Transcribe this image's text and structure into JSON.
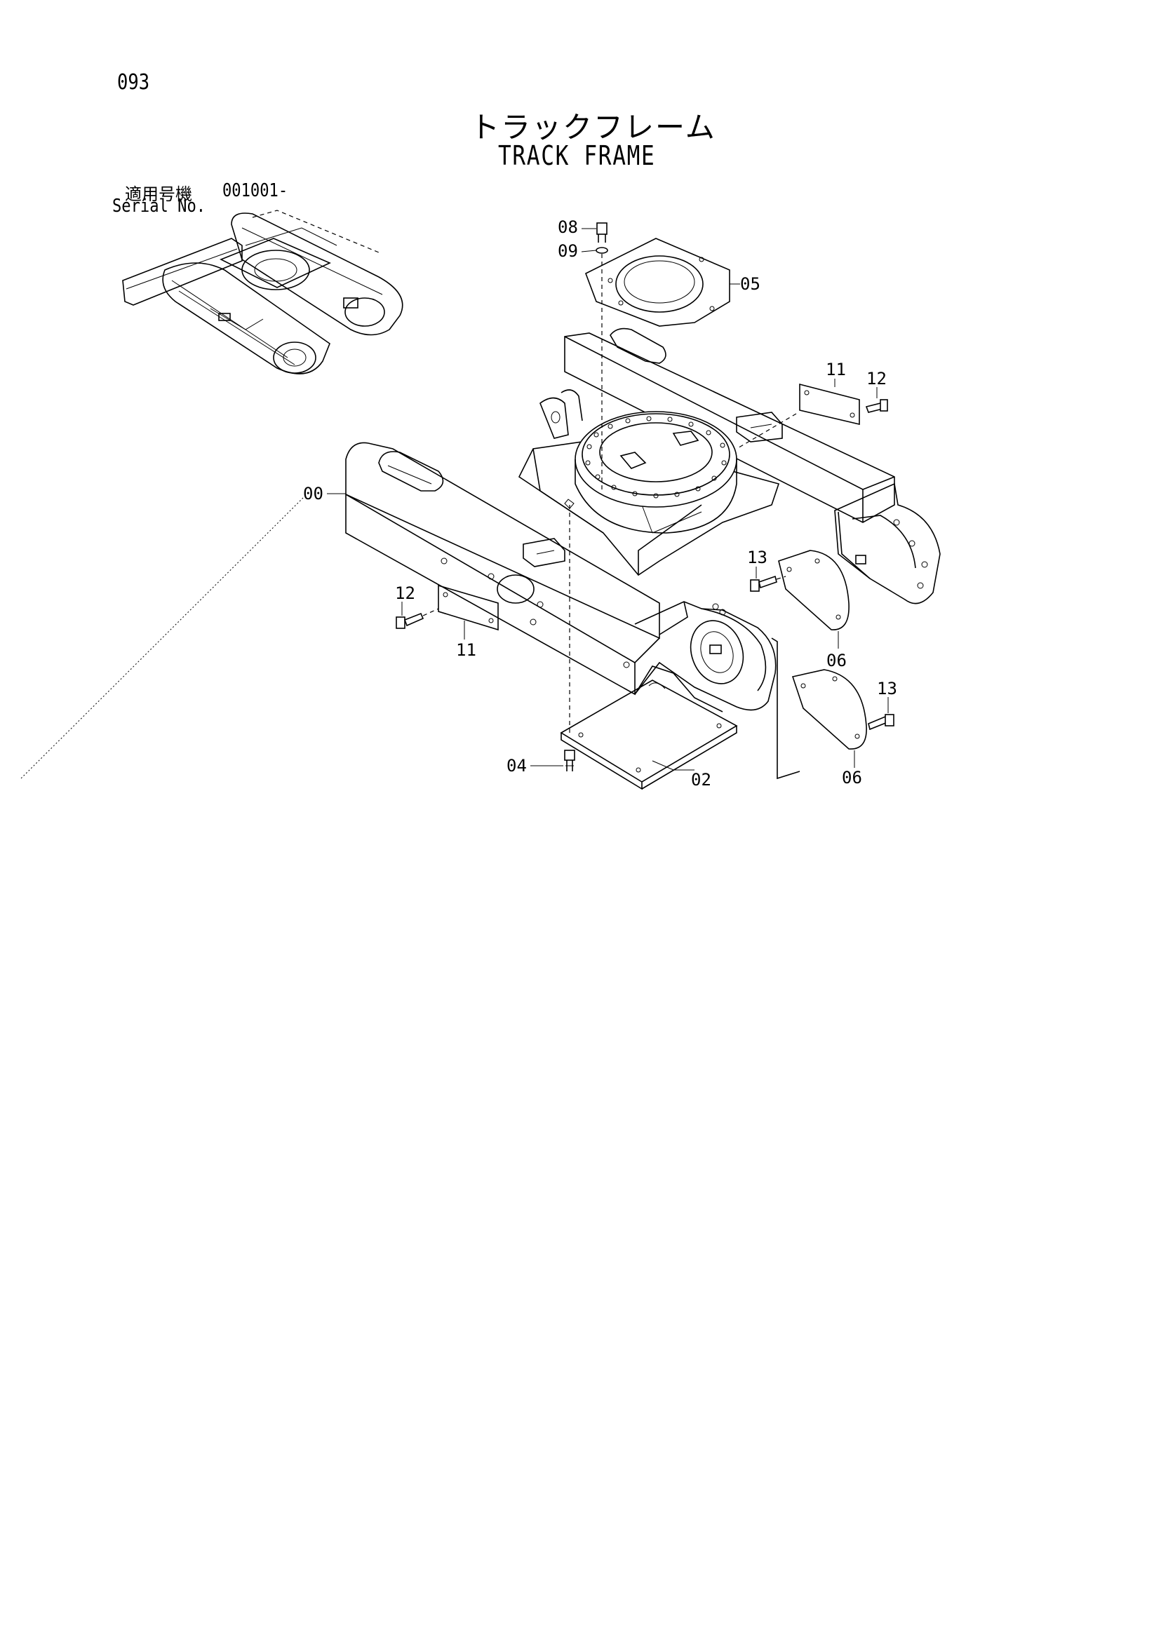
{
  "page": {
    "number": "093",
    "title_jp": "トラックフレーム",
    "title_en": "TRACK FRAME",
    "serial_label_jp": "適用号機",
    "serial_value": "001001-",
    "serial_label_en": "Serial No."
  },
  "callouts": [
    {
      "id": "00",
      "label": "00",
      "part": "track-frame"
    },
    {
      "id": "02",
      "label": "02",
      "part": "under-cover"
    },
    {
      "id": "04",
      "label": "04",
      "part": "bolt"
    },
    {
      "id": "05",
      "label": "05",
      "part": "cover-ring"
    },
    {
      "id": "06a",
      "label": "06",
      "part": "side-cover"
    },
    {
      "id": "06b",
      "label": "06",
      "part": "side-cover"
    },
    {
      "id": "08",
      "label": "08",
      "part": "bolt"
    },
    {
      "id": "09",
      "label": "09",
      "part": "washer"
    },
    {
      "id": "11a",
      "label": "11",
      "part": "plate"
    },
    {
      "id": "11b",
      "label": "11",
      "part": "plate"
    },
    {
      "id": "12a",
      "label": "12",
      "part": "screw"
    },
    {
      "id": "12b",
      "label": "12",
      "part": "screw"
    },
    {
      "id": "13a",
      "label": "13",
      "part": "bolt"
    },
    {
      "id": "13b",
      "label": "13",
      "part": "bolt"
    }
  ]
}
